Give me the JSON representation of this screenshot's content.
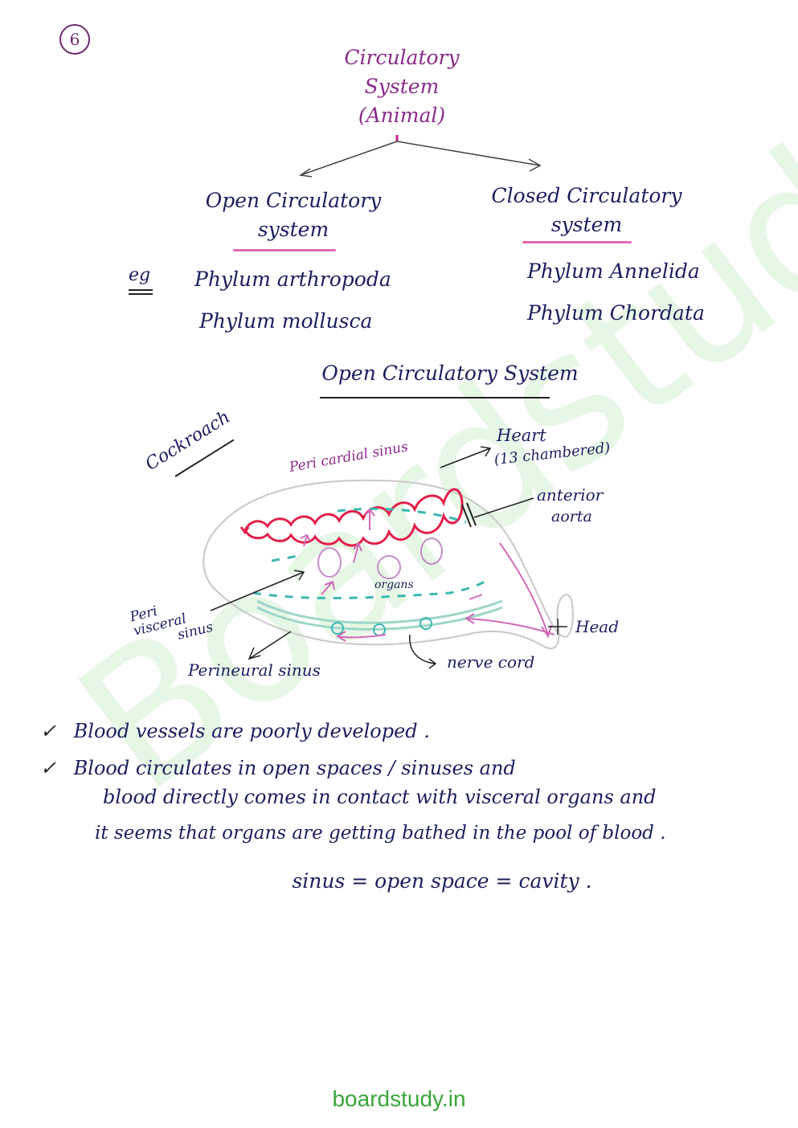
{
  "page": {
    "number": "6",
    "footer": "boardstudy.in",
    "watermark": "Boardstudy"
  },
  "tree": {
    "root": [
      "Circulatory",
      "System",
      "(Animal)"
    ],
    "left_title": [
      "Open Circulatory",
      "system"
    ],
    "right_title": [
      "Closed Circulatory",
      "system"
    ],
    "eg_label": "eg",
    "left_examples": [
      "Phylum arthropoda",
      "Phylum mollusca"
    ],
    "right_examples": [
      "Phylum Annelida",
      "Phylum Chordata"
    ]
  },
  "diagram": {
    "heading": "Open Circulatory System",
    "subject": "Cockroach",
    "labels": {
      "pericardial": "Peri cardial sinus",
      "heart": "Heart",
      "heart_sub": "(13 chambered)",
      "anterior": "anterior",
      "aorta": "aorta",
      "organs": "organs",
      "perivisceral": [
        "Peri",
        "visceral",
        "sinus"
      ],
      "head": "Head",
      "perineural": "Perineural sinus",
      "nerve": "nerve cord"
    }
  },
  "notes": {
    "points": [
      "Blood vessels are poorly developed .",
      "Blood circulates in open spaces / sinuses and"
    ],
    "continuation": [
      "blood directly comes in contact with visceral organs and",
      "it seems that organs are getting bathed in the pool of blood ."
    ],
    "equation": "sinus = open space = cavity ."
  },
  "colors": {
    "purple": "#8a2a8a",
    "navy": "#1b1f5e",
    "heart_red": "#e0204a",
    "teal": "#3cb7b0",
    "pink_arrow": "#d06ab8",
    "watermark_green": "#3aa53a"
  }
}
